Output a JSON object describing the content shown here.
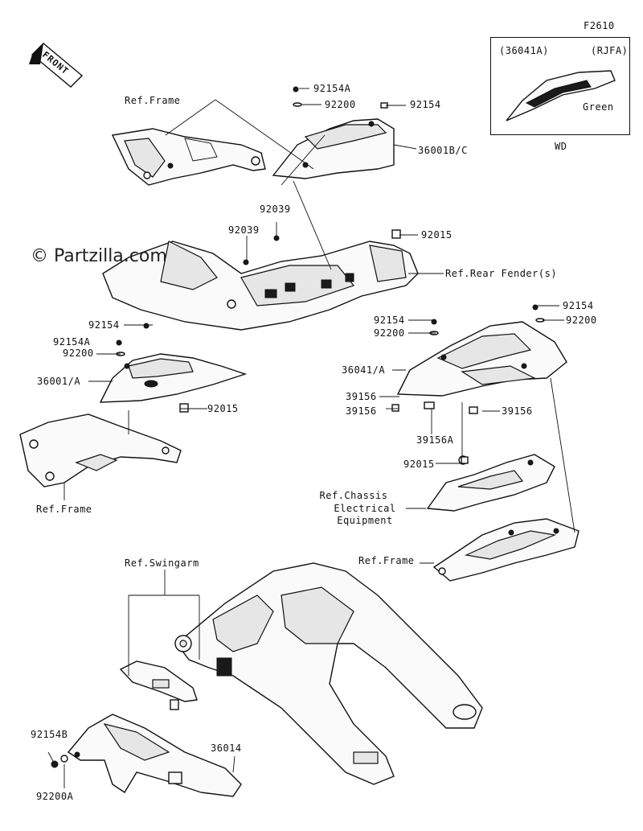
{
  "figure_code": "F2610",
  "watermark": "© Partzilla.com",
  "front_badge": "FRONT",
  "inset": {
    "part_code": "(36041A)",
    "color_code": "(RJFA)",
    "color_name": "Green",
    "model_code": "WD"
  },
  "labels": {
    "ref_frame_top": "Ref.Frame",
    "p92154A_top": "92154A",
    "p92200_top": "92200",
    "p92154_top": "92154",
    "p36001BC": "36001B/C",
    "p92039_a": "92039",
    "p92039_b": "92039",
    "p92015_right": "92015",
    "ref_rear_fender": "Ref.Rear Fender(s)",
    "p92154_left": "92154",
    "p92154A_left": "92154A",
    "p92200_left": "92200",
    "p36001A": "36001/A",
    "p92015_left": "92015",
    "ref_frame_left": "Ref.Frame",
    "p92154_mid": "92154",
    "p92200_mid": "92200",
    "p92154_right": "92154",
    "p92200_right": "92200",
    "p36041A": "36041/A",
    "p39156_a": "39156",
    "p39156_b": "39156",
    "p39156_c": "39156",
    "p39156A": "39156A",
    "p92015_low": "92015",
    "ref_chassis_1": "Ref.Chassis",
    "ref_chassis_2": "Electrical",
    "ref_chassis_3": "Equipment",
    "ref_frame_right": "Ref.Frame",
    "ref_swingarm": "Ref.Swingarm",
    "p92154B": "92154B",
    "p36014": "36014",
    "p92200A": "92200A"
  }
}
